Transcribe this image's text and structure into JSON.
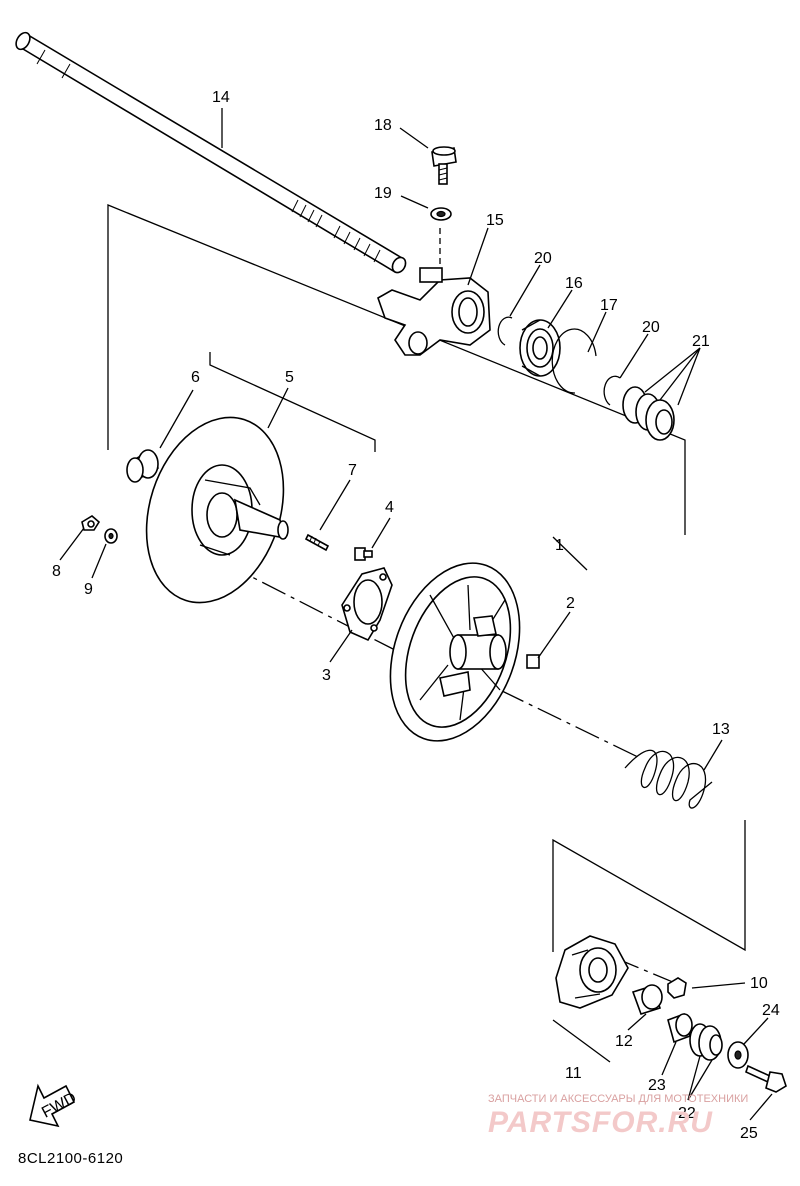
{
  "diagram": {
    "reference_code": "8CL2100-6120",
    "direction_label": "FWD",
    "callouts": [
      {
        "id": "c1",
        "text": "1"
      },
      {
        "id": "c2",
        "text": "2"
      },
      {
        "id": "c3",
        "text": "3"
      },
      {
        "id": "c4",
        "text": "4"
      },
      {
        "id": "c5",
        "text": "5"
      },
      {
        "id": "c6",
        "text": "6"
      },
      {
        "id": "c7",
        "text": "7"
      },
      {
        "id": "c8",
        "text": "8"
      },
      {
        "id": "c9",
        "text": "9"
      },
      {
        "id": "c10",
        "text": "10"
      },
      {
        "id": "c11",
        "text": "11"
      },
      {
        "id": "c12",
        "text": "12"
      },
      {
        "id": "c13",
        "text": "13"
      },
      {
        "id": "c14",
        "text": "14"
      },
      {
        "id": "c15",
        "text": "15"
      },
      {
        "id": "c16",
        "text": "16"
      },
      {
        "id": "c17",
        "text": "17"
      },
      {
        "id": "c18",
        "text": "18"
      },
      {
        "id": "c19",
        "text": "19"
      },
      {
        "id": "c20a",
        "text": "20"
      },
      {
        "id": "c20b",
        "text": "20"
      },
      {
        "id": "c21",
        "text": "21"
      },
      {
        "id": "c22",
        "text": "22"
      },
      {
        "id": "c23",
        "text": "23"
      },
      {
        "id": "c24",
        "text": "24"
      },
      {
        "id": "c25",
        "text": "25"
      }
    ]
  },
  "watermark": {
    "tagline": "ЗАПЧАСТИ И АКСЕССУАРЫ ДЛЯ МОТОТЕХНИКИ",
    "brand": "PARTSFOR.RU"
  }
}
